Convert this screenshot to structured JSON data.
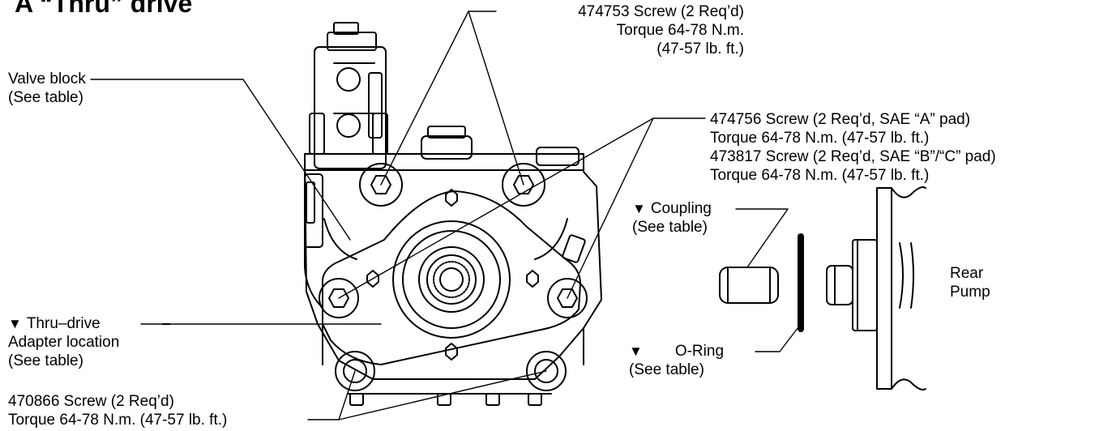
{
  "title": "A “Thru” drive",
  "labels": {
    "screw_top": [
      "474753 Screw (2 Req’d)",
      "Torque 64-78 N.m.",
      "(47-57 lb. ft.)"
    ],
    "valve_block": [
      "Valve block",
      "(See table)"
    ],
    "screw_pad": [
      "474756 Screw (2 Req’d, SAE “A” pad)",
      "Torque 64-78 N.m. (47-57 lb. ft.)",
      "473817 Screw (2 Req’d, SAE “B”/“C” pad)",
      "Torque 64-78 N.m. (47-57 lb. ft.)"
    ],
    "coupling": [
      "Coupling",
      "(See table)"
    ],
    "rear_pump": [
      "Rear",
      "Pump"
    ],
    "thru_drive": [
      "Thru–drive",
      "Adapter location",
      "(See table)"
    ],
    "oring": [
      "O-Ring",
      "(See table)"
    ],
    "screw_bottom": [
      "470866 Screw (2 Req’d)",
      "Torque 64-78 N.m. (47-57 lb. ft.)"
    ]
  },
  "marker_symbol": "▼"
}
